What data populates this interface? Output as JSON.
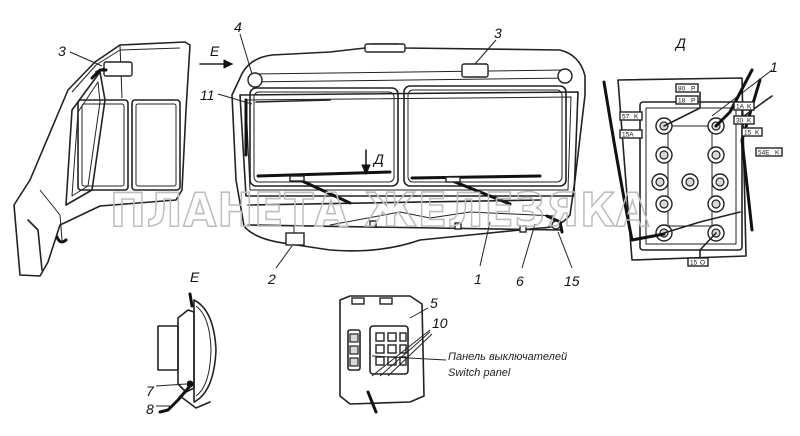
{
  "watermark": "ПЛАНЕТА ЖЕЛЕЗЯКА",
  "views": {
    "view_e_arrow": "E",
    "view_d_arrow": "Д",
    "view_d_title": "Д",
    "view_e_title": "E"
  },
  "callouts": {
    "c3_cab": "3",
    "c4": "4",
    "c3_top": "3",
    "c11": "11",
    "c2": "2",
    "c1_bottom": "1",
    "c6": "6",
    "c15": "15",
    "c1_panel": "1",
    "c7": "7",
    "c8": "8",
    "c5": "5",
    "c10": "10"
  },
  "caption": {
    "ru": "Панель выключателей",
    "en": "Switch panel"
  },
  "connector_tags": {
    "t80p": "80",
    "t80p_k": "P",
    "t18p": "18",
    "t18p_k": "P",
    "t57k": "57",
    "t57k_k": "K",
    "t1ak": "1A",
    "t1ak_k": "K",
    "t15a": "15A",
    "t30k": "30",
    "t30k_k": "K",
    "t15k": "15",
    "t15k_k": "K",
    "t54ek": "54E",
    "t54ek_k": "K",
    "t15o": "15",
    "t15o_k": "O"
  }
}
